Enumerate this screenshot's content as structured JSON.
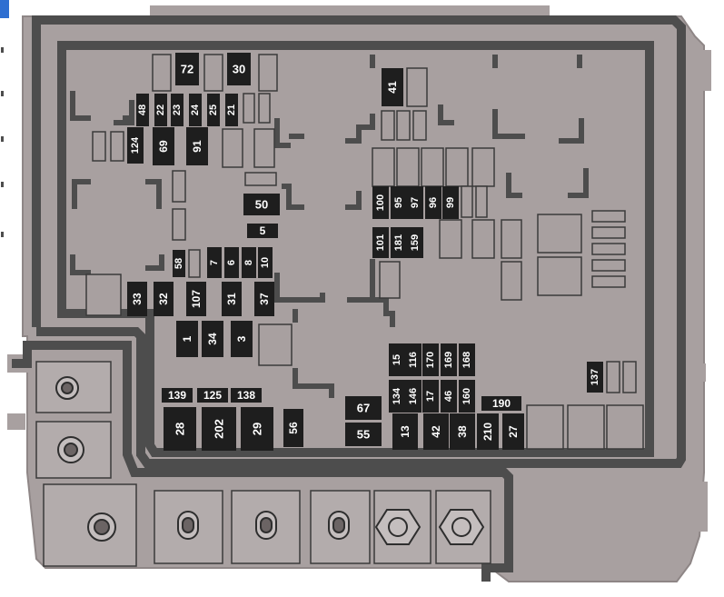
{
  "diagram": {
    "colors": {
      "housing": "#a8a0a0",
      "outline": "#4d4d4d",
      "fuse_fill": "#1e1e1e",
      "label_text": "#ffffff",
      "slot_fill": "#a8a0a0",
      "relay_fill": "#b3acac"
    },
    "labels": {
      "l72": "72",
      "l30": "30",
      "l48": "48",
      "l22": "22",
      "l23": "23",
      "l24": "24",
      "l25": "25",
      "l21": "21",
      "l124": "124",
      "l69": "69",
      "l91": "91",
      "l50": "50",
      "l5": "5",
      "l58": "58",
      "l7": "7",
      "l6": "6",
      "l8": "8",
      "l10": "10",
      "l33": "33",
      "l32": "32",
      "l107": "107",
      "l31": "31",
      "l37": "37",
      "l1": "1",
      "l34": "34",
      "l3": "3",
      "l139": "139",
      "l125": "125",
      "l138": "138",
      "l28": "28",
      "l202": "202",
      "l29": "29",
      "l56": "56",
      "l41": "41",
      "l100": "100",
      "l95": "95",
      "l97": "97",
      "l96": "96",
      "l99": "99",
      "l101": "101",
      "l181": "181",
      "l159": "159",
      "l15": "15",
      "l116": "116",
      "l170": "170",
      "l169": "169",
      "l168": "168",
      "l134": "134",
      "l146": "146",
      "l17": "17",
      "l46": "46",
      "l160": "160",
      "l67": "67",
      "l55": "55",
      "l13": "13",
      "l42": "42",
      "l38": "38",
      "l190": "190",
      "l210": "210",
      "l27": "27",
      "l137": "137"
    }
  }
}
